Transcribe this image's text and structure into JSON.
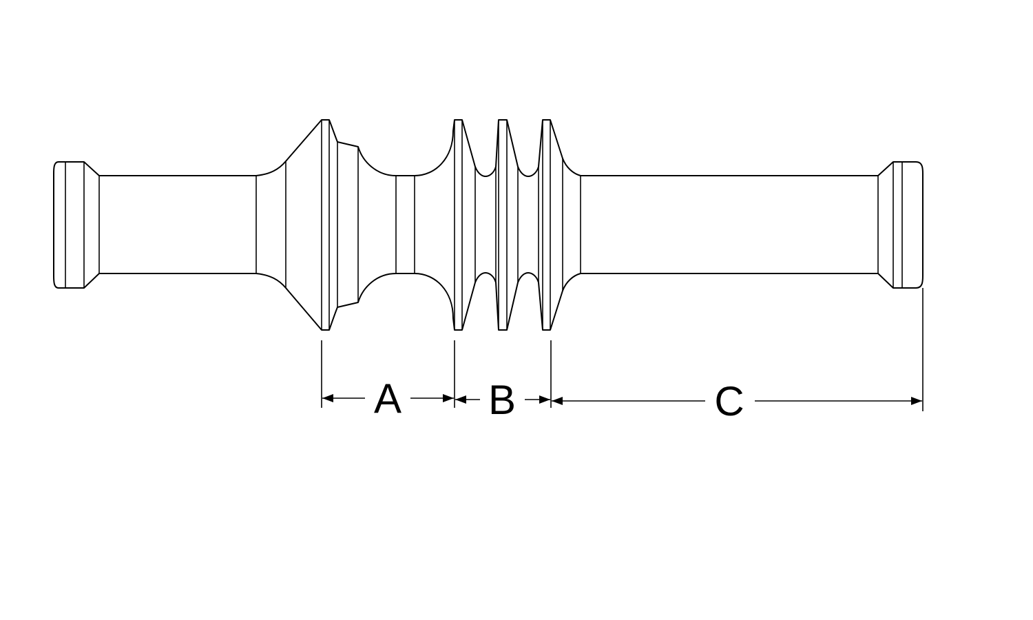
{
  "figure": {
    "colors": {
      "stroke": "#000000",
      "fill": "#ffffff"
    },
    "dimensions": [
      {
        "id": "A",
        "label": "A"
      },
      {
        "id": "B",
        "label": "B"
      },
      {
        "id": "C",
        "label": "C"
      }
    ]
  }
}
